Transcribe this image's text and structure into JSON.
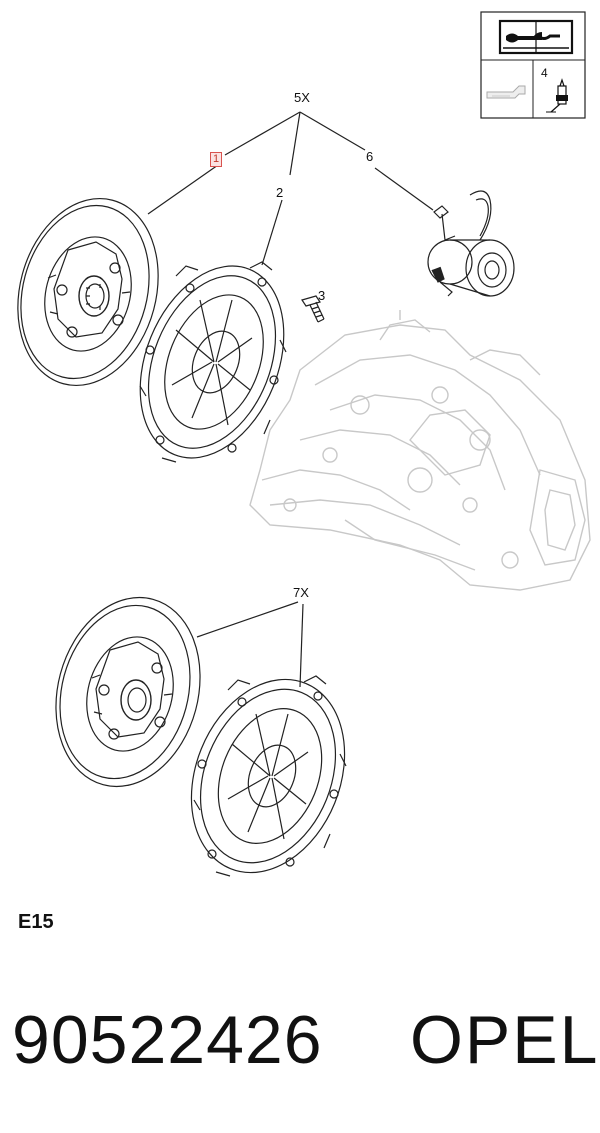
{
  "callouts": {
    "c1": "1",
    "c2": "2",
    "c3": "3",
    "c4": "4",
    "c5x": "5X",
    "c6": "6",
    "c7x": "7X"
  },
  "footer": {
    "section_code": "E15",
    "part_number": "90522426",
    "brand": "OPEL"
  },
  "icons": {
    "manual": "manual-book-wrench-icon",
    "tool": "special-tool-icon",
    "grease": "grease-tube-icon"
  },
  "colors": {
    "line": "#222222",
    "ghost": "#c8c8c8",
    "highlight_border": "#d9534f",
    "highlight_fill": "#fbe3e3"
  }
}
